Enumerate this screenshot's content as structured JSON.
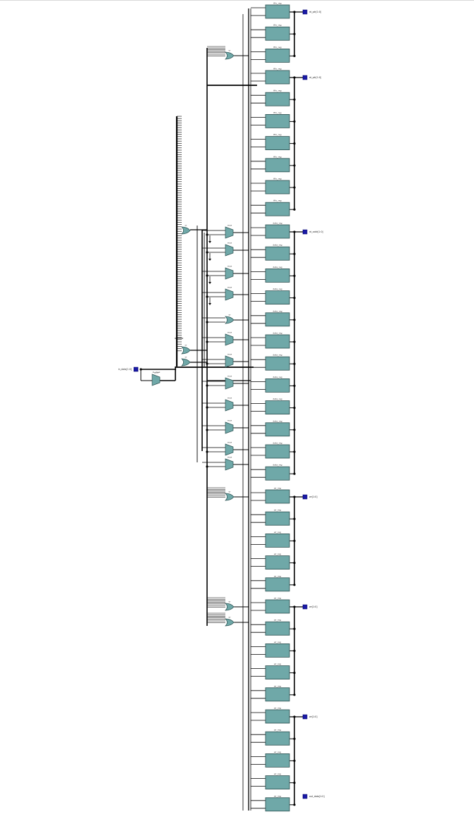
{
  "diagram": {
    "colors": {
      "cell_fill": "#6fa8a8",
      "cell_stroke": "#2b4f4f",
      "wire": "#000000",
      "port": "#1a1aa6",
      "background": "#ffffff"
    },
    "icons": {
      "register": "rect-cell",
      "mux": "trapezoid-cell",
      "gate": "or-gate",
      "port": "io-port-icon"
    },
    "input_ports": [
      {
        "name": "in_data[1:0]"
      }
    ],
    "output_ports": [
      {
        "name": "rd_ptr[1:0]"
      },
      {
        "name": "rd_ptr[1:0]"
      },
      {
        "name": "rd_addr[1:0]"
      },
      {
        "name": "wr[1:0]"
      },
      {
        "name": "wr[1:0]"
      },
      {
        "name": "wr[1:0]"
      },
      {
        "name": "out_data[1:0]"
      }
    ],
    "register_groups": [
      {
        "label": "fifo_reg",
        "count": 3
      },
      {
        "label": "fifo_reg",
        "count": 7
      },
      {
        "label": "data_reg",
        "count": 12
      },
      {
        "label": "wr_reg",
        "count": 5
      },
      {
        "label": "wr_reg",
        "count": 5
      },
      {
        "label": "wr_reg",
        "count": 5
      }
    ],
    "mux_label": "mux",
    "gate_label": "or",
    "input_mux_label": "in_mux"
  }
}
